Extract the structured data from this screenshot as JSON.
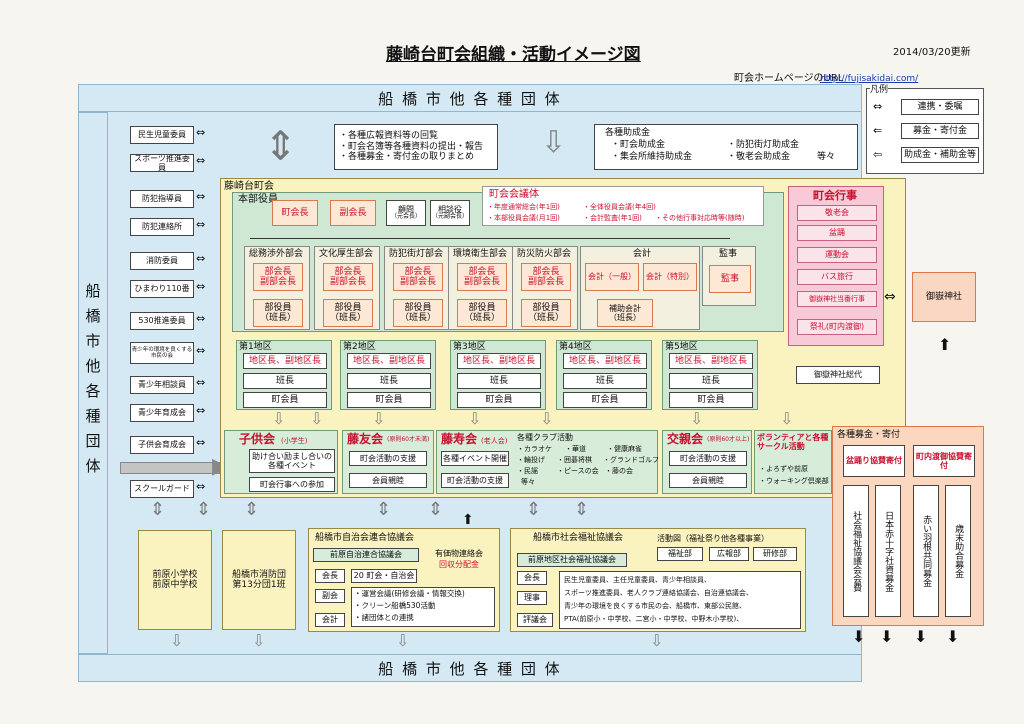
{
  "header": {
    "title": "藤崎台町会組織・活動イメージ図",
    "date": "2014/03/20更新",
    "url_label": "町会ホームページのURL",
    "url": "http://fujisakidai.com/"
  },
  "outer": {
    "top_band": "船 橋 市 他 各 種 団 体",
    "bottom_band": "船 橋 市 他 各 種 団 体",
    "left_band": "船橋市他各種団体"
  },
  "legend": {
    "title": "凡例",
    "items": [
      "連携・委嘱",
      "募金・寄付金",
      "助成金・補助金等"
    ]
  },
  "left_orgs": [
    "民生児童委員",
    "スポーツ推進委員",
    "防犯指導員",
    "防犯連絡所",
    "消防委員",
    "ひまわり110番",
    "530推進委員",
    "青少年の環境を良くする市民の会",
    "青少年相談員",
    "青少年育成会",
    "子供会育成会",
    "スクールガード"
  ],
  "info_box": [
    "・各種広報資料等の回覧",
    "・町会名簿等各種資料の提出・報告",
    "・各種募金・寄付金の取りまとめ"
  ],
  "subsidy_box": {
    "title": "各種助成金",
    "items": [
      "・町会助成金",
      "・防犯街灯助成金",
      "・集会所維持助成金",
      "・敬老会助成金",
      "等々"
    ]
  },
  "main": {
    "title": "藤崎台町会",
    "officers_title": "本部役員",
    "president": "町会長",
    "vice_president": "副会長",
    "advisor": "顧問",
    "advisor_sub": "（元会長）",
    "counselor": "相談役",
    "counselor_sub": "（元副会長）",
    "council_title": "町会会議体",
    "council_items": [
      "・年度通常総会(年1回)",
      "・全体役員会議(年4回)",
      "・本部役員会議(月1回)",
      "・会計監査(年1回)",
      "・その他行事対応時等(随時)"
    ],
    "departments": [
      {
        "name": "総務渉外部会",
        "heads": "部会長\n副部会長",
        "members": "部役員\n（班長）"
      },
      {
        "name": "文化厚生部会",
        "heads": "部会長\n副部会長",
        "members": "部役員\n（班長）"
      },
      {
        "name": "防犯街灯部会",
        "heads": "部会長\n副部会長",
        "members": "部役員\n（班長）"
      },
      {
        "name": "環境衛生部会",
        "heads": "部会長\n副部会長",
        "members": "部役員\n（班長）"
      },
      {
        "name": "防災防火部会",
        "heads": "部会長\n副部会長",
        "members": "部役員\n（班長）"
      }
    ],
    "accounting": {
      "name": "会計",
      "general": "会計（一般）",
      "special": "会計（特別）",
      "assistant": "補助会計\n（班長）"
    },
    "audit": {
      "name": "監事",
      "member": "監事"
    },
    "districts": [
      {
        "name": "第1地区",
        "head": "地区長、副地区長",
        "leader": "班長",
        "member": "町会員"
      },
      {
        "name": "第2地区",
        "head": "地区長、副地区長",
        "leader": "班長",
        "member": "町会員"
      },
      {
        "name": "第3地区",
        "head": "地区長、副地区長",
        "leader": "班長",
        "member": "町会員"
      },
      {
        "name": "第4地区",
        "head": "地区長、副地区長",
        "leader": "班長",
        "member": "町会員"
      },
      {
        "name": "第5地区",
        "head": "地区長、副地区長",
        "leader": "班長",
        "member": "町会員"
      }
    ]
  },
  "events": {
    "title": "町会行事",
    "items": [
      "敬老会",
      "盆踊",
      "運動会",
      "バス旅行",
      "御嶽神社当番行事",
      "祭礼(町内渡御)"
    ]
  },
  "shrine": "御嶽神社",
  "shrine_rep": "御嶽神社総代",
  "groups": {
    "kodomo": {
      "title": "子供会",
      "sub": "(小学生)",
      "a": "助け合い励まし合いの各種イベント",
      "b": "町会行事への参加"
    },
    "houyu": {
      "title": "藤友会",
      "sub": "(原則60才未満)",
      "a": "町会活動の支援",
      "b": "会員親睦"
    },
    "houju": {
      "title": "藤寿会",
      "sub": "(老人会)",
      "a": "各種イベント開催",
      "b": "町会活動の支援"
    },
    "clubs": {
      "title": "各種クラブ活動",
      "items": [
        "・カラオケ",
        "・華道",
        "・健康麻雀",
        "・輪投げ",
        "・囲碁将棋",
        "・グランドゴルフ",
        "・民謡",
        "・ピースの会",
        "・藤の会",
        "等々"
      ]
    },
    "koshin": {
      "title": "交親会",
      "sub": "(原則60才以上)",
      "a": "町会活動の支援",
      "b": "会員親睦"
    },
    "volunteer": {
      "title": "ボランティアと各種サークル活動",
      "items": [
        "・よろずや前原",
        "・ウォーキング倶楽部"
      ]
    }
  },
  "donations": {
    "title": "各種募金・寄付",
    "bon_title": "盆踊り協賛寄付",
    "procession_title": "町内渡御協賛寄付",
    "columns": [
      "社会福祉協議会会費",
      "日本赤十字社資募金",
      "赤い羽根共同募金",
      "歳末助合募金"
    ]
  },
  "schools": "前原小学校\n前原中学校",
  "fire_brigade": "船橋市消防団\n第13分団1班",
  "jichikai": {
    "title": "船橋市自治会連合協議会",
    "sub": "前原自治連合協議会",
    "recycling": "有価物連絡会",
    "recycling_sub": "回収分配金",
    "roles": [
      "会長",
      "副会",
      "会計"
    ],
    "member_count": "20 町会・自治会",
    "items": [
      "・運営会議(研修会議・情報交換)",
      "・クリーン船橋530活動",
      "・諸団体との連携"
    ]
  },
  "shakyo": {
    "title": "船橋市社会福祉協議会",
    "sub": "前原地区社会福祉協議会",
    "activity": "活動図（福祉祭り他各種事業）",
    "departments": [
      "福祉部",
      "広報部",
      "研修部"
    ],
    "roles": [
      "会長",
      "理事",
      "評議会"
    ],
    "members_text": [
      "民生児童委員、主任児童委員、青少年相談員、",
      "スポーツ推進委員、老人クラブ連絡協議会、自治連協議会、",
      "青少年の環境を良くする市民の会、船橋市、東部公民館、",
      "PTA(前原小・中学校、二宮小・中学校、中野木小学校)、"
    ]
  }
}
